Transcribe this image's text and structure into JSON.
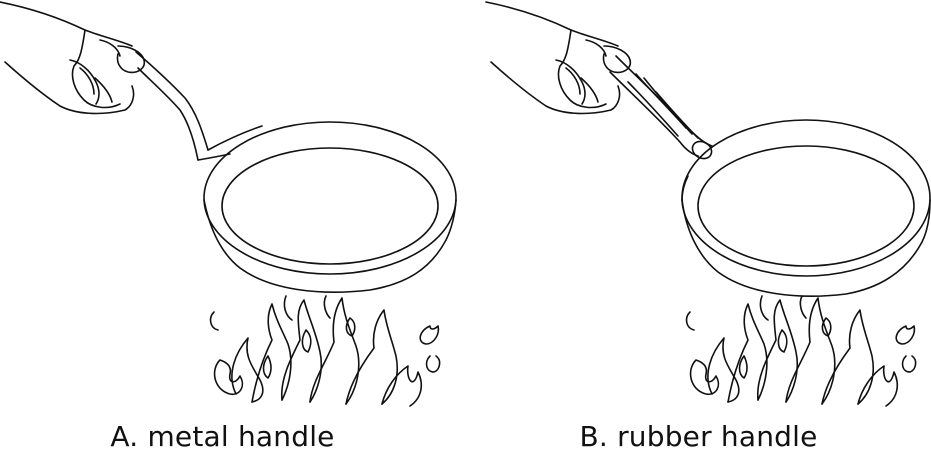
{
  "panels": [
    {
      "id": "A",
      "caption": "A. metal handle",
      "handle_material": "metal"
    },
    {
      "id": "B",
      "caption": "B. rubber handle",
      "handle_material": "rubber"
    }
  ],
  "colors": {
    "line": "#111111",
    "background": "#ffffff"
  }
}
